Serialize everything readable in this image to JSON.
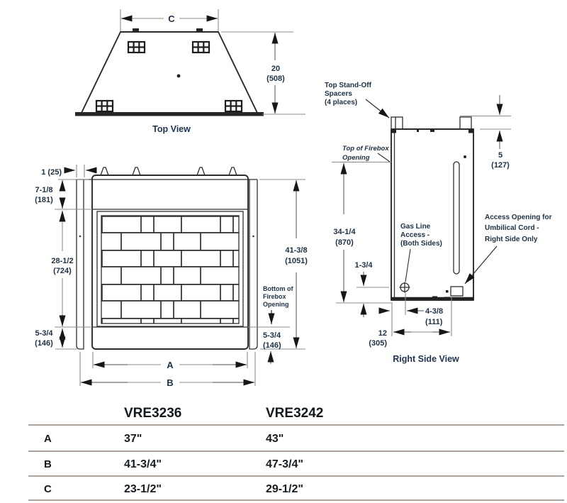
{
  "colors": {
    "drawing_line": "#2a2a2a",
    "dimension_line": "#8b8b8b",
    "label_text": "#1d3044",
    "table_text": "#13181f",
    "table_rule": "#aba39b",
    "background": "#ffffff"
  },
  "top_view": {
    "title": "Top View",
    "dim_width_label": "C",
    "dim_depth": [
      "20",
      "(508)"
    ]
  },
  "front_view": {
    "dim_flange": "1 (25)",
    "dim_top_band": [
      "7-1/8",
      "(181)"
    ],
    "dim_opening": [
      "28-1/2",
      "(724)"
    ],
    "dim_hearth_left": [
      "5-3/4",
      "(146)"
    ],
    "dim_overall": [
      "41-3/8",
      "(1051)"
    ],
    "note_bottom_firebox": [
      "Bottom of",
      "Firebox",
      "Opening"
    ],
    "dim_hearth_right": [
      "5-3/4",
      "(146)"
    ],
    "dim_a": "A",
    "dim_b": "B"
  },
  "side_view": {
    "title": "Right Side View",
    "label_spacers": [
      "Top Stand-Off",
      "Spacers",
      "(4 places)"
    ],
    "label_top_firebox": [
      "Top of Firebox",
      "Opening"
    ],
    "label_gas": [
      "Gas Line",
      "Access -",
      "(Both Sides)"
    ],
    "label_umbilical": [
      "Access Opening for",
      "Umbilical Cord -",
      "Right Side Only"
    ],
    "dim_spacer": [
      "5",
      "(127)"
    ],
    "dim_firebox_height": [
      "34-1/4",
      "(870)"
    ],
    "dim_gas_height": "1-3/4",
    "dim_gas_offset": [
      "4-3/8",
      "(111)"
    ],
    "dim_depth": [
      "12",
      "(305)"
    ]
  },
  "table": {
    "columns": [
      "VRE3236",
      "VRE3242"
    ],
    "rows": [
      {
        "label": "A",
        "values": [
          "37\"",
          "43\""
        ]
      },
      {
        "label": "B",
        "values": [
          "41-3/4\"",
          "47-3/4\""
        ]
      },
      {
        "label": "C",
        "values": [
          "23-1/2\"",
          "29-1/2\""
        ]
      }
    ]
  }
}
